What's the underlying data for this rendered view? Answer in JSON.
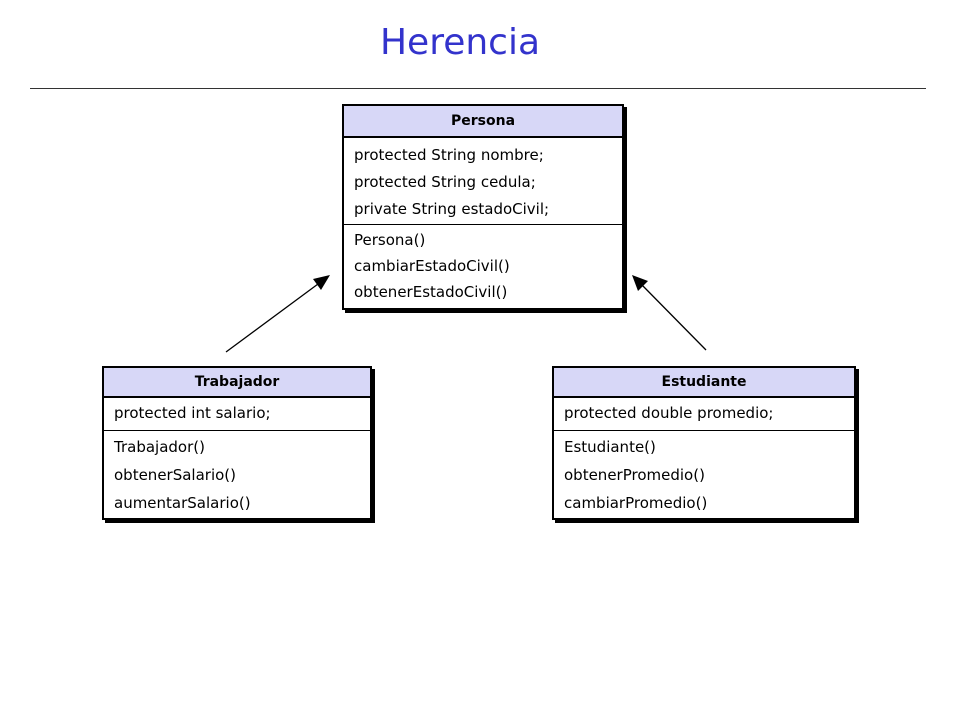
{
  "title": "Herencia",
  "classes": {
    "persona": {
      "name": "Persona",
      "attributes": [
        "protected String nombre;",
        "protected String cedula;",
        "private String estadoCivil;"
      ],
      "methods": [
        "Persona()",
        "cambiarEstadoCivil()",
        "obtenerEstadoCivil()"
      ]
    },
    "trabajador": {
      "name": "Trabajador",
      "attributes": [
        "protected int salario;"
      ],
      "methods": [
        "Trabajador()",
        "obtenerSalario()",
        "aumentarSalario()"
      ]
    },
    "estudiante": {
      "name": "Estudiante",
      "attributes": [
        "protected double promedio;"
      ],
      "methods": [
        "Estudiante()",
        "obtenerPromedio()",
        "cambiarPromedio()"
      ]
    }
  },
  "colors": {
    "title": "#3333cc",
    "class_header": "#d7d7f7"
  }
}
